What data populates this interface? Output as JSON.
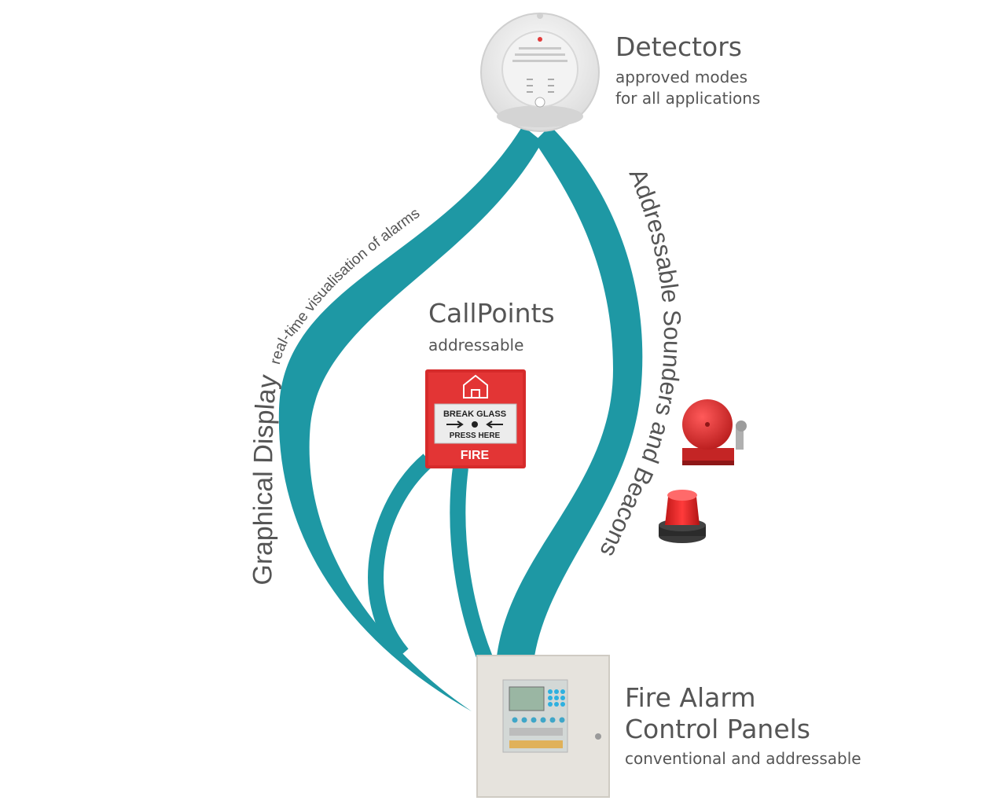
{
  "detectors": {
    "title": "Detectors",
    "line1": "approved modes",
    "line2": "for all applications"
  },
  "callpoints": {
    "title": "CallPoints",
    "subtitle": "addressable",
    "device_line1": "BREAK GLASS",
    "device_line2": "PRESS HERE",
    "device_fire": "FIRE"
  },
  "panels": {
    "title_line1": "Fire Alarm",
    "title_line2": "Control Panels",
    "subtitle": "conventional and addressable"
  },
  "graphical": {
    "main": "Graphical Display",
    "sub": "real-time visualisation of alarms"
  },
  "sounders": {
    "label": "Addressable Sounders and Beacons"
  },
  "colors": {
    "teal": "#1e98a4",
    "red": "#d62b2b",
    "text": "#555555",
    "panel": "#e6e3dd"
  }
}
